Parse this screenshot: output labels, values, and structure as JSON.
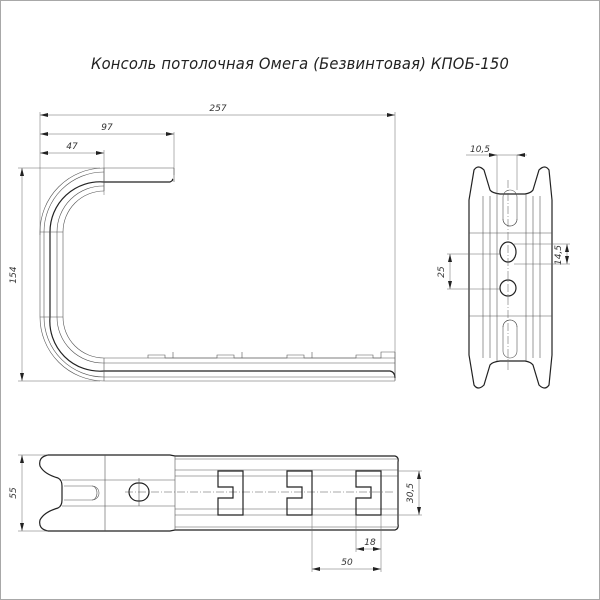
{
  "title": "Консоль потолочная Омега (Безвинтовая) КПОБ-150",
  "views": {
    "side": {
      "dimensions": {
        "overall_length": "257",
        "top_flange_length": "97",
        "bend_offset": "47",
        "height": "154"
      }
    },
    "end": {
      "dimensions": {
        "slot_width": "10,5",
        "hole_spacing": "25",
        "hole_height": "14,5"
      }
    },
    "bottom": {
      "dimensions": {
        "width": "55",
        "slot_height": "30,5",
        "slot_width": "18",
        "slot_pitch": "50"
      }
    }
  },
  "colors": {
    "line": "#222222",
    "dimension": "#666666",
    "frame": "#a8a8a8"
  }
}
